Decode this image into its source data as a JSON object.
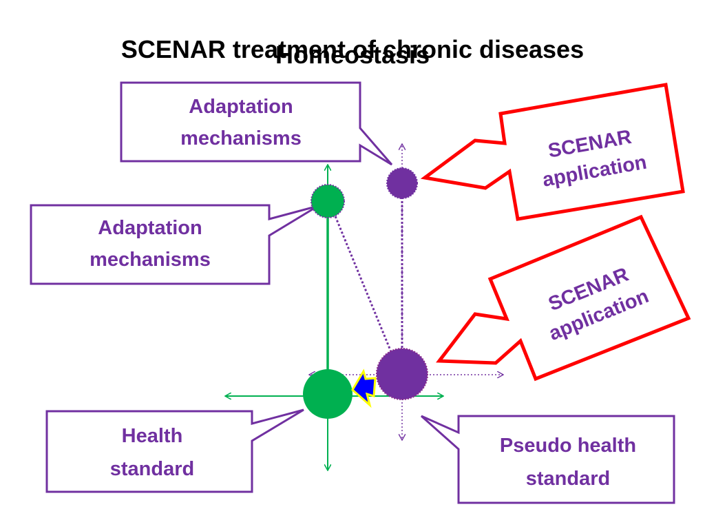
{
  "title": "SCENAR treatment of chronic diseases",
  "overlay_title": "Homeostasis",
  "callouts": {
    "adaptation_top": [
      "Adaptation",
      "mechanisms"
    ],
    "adaptation_left": [
      "Adaptation",
      "mechanisms"
    ],
    "scenar_top": [
      "SCENAR",
      "application"
    ],
    "scenar_bottom": [
      "SCENAR",
      "application"
    ],
    "health": [
      "Health",
      "standard"
    ],
    "pseudo": [
      "Pseudo health",
      "standard"
    ]
  },
  "colors": {
    "purple": "#7030A0",
    "green": "#00B050",
    "red": "#FF0000",
    "blue": "#0000FF",
    "yellow": "#FFFF00"
  }
}
